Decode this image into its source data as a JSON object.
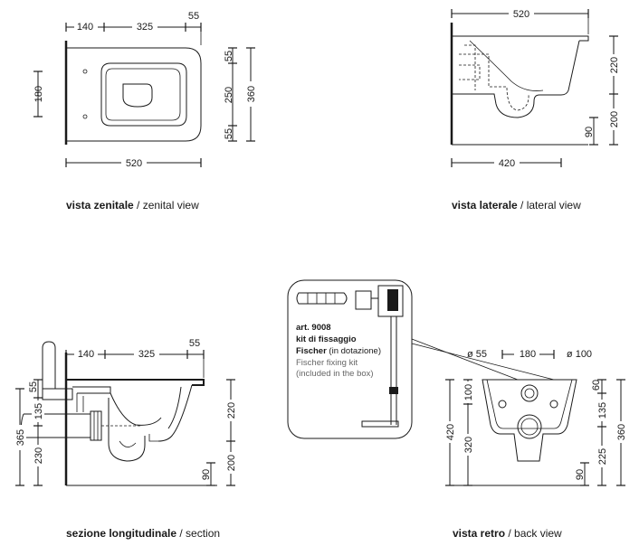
{
  "views": {
    "zenitale": {
      "caption_bold": "vista zenitale",
      "caption_rest": " / zenital view",
      "dims": {
        "top_a": "140",
        "top_b": "325",
        "top_c": "55",
        "left": "180",
        "right_a": "55",
        "right_b": "250",
        "right_c": "55",
        "right_total": "360",
        "bottom": "520"
      }
    },
    "laterale": {
      "caption_bold": "vista laterale",
      "caption_rest": " / lateral view",
      "dims": {
        "top": "520",
        "right_a": "220",
        "right_b": "200",
        "right_c": "90",
        "bottom": "420"
      }
    },
    "sezione": {
      "caption_bold": "sezione longitudinale",
      "caption_rest": " / section",
      "dims": {
        "top_a": "140",
        "top_b": "325",
        "top_c": "55",
        "left_total": "365",
        "left_a": "55",
        "left_b": "135",
        "left_c": "230",
        "right_a": "220",
        "right_b": "200",
        "right_c": "90"
      }
    },
    "retro": {
      "caption_bold": "vista retro",
      "caption_rest": " / back view",
      "dims": {
        "top_a": "ø 55",
        "top_b": "180",
        "top_c": "ø 100",
        "left_a": "100",
        "left_b": "320",
        "left_total": "420",
        "bottom_left": "90",
        "right_a": "60",
        "right_b": "135",
        "right_c": "225",
        "right_total": "360"
      }
    }
  },
  "kit": {
    "line1": "art. 9008",
    "line2": "kit di fissaggio",
    "line3": "Fischer",
    "line3_small": " (in dotazione)",
    "line4": "Fischer fixing kit",
    "line5": "(included in the box)"
  }
}
